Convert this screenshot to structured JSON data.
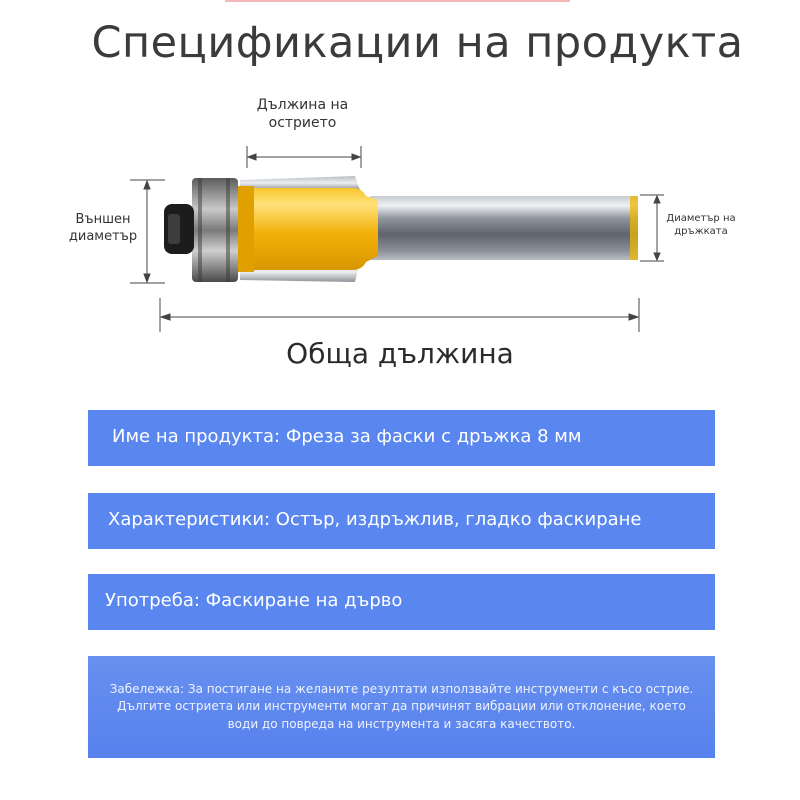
{
  "title": "Спецификации на продукта",
  "diagram": {
    "blade_length_label": "Дължина на острието",
    "outer_diameter_label": "Външен диаметър",
    "shank_diameter_label": "Диаметър на дръжката",
    "total_length_label": "Обща дължина",
    "colors": {
      "cutter": "#f5b800",
      "shank": "#9aa0a8",
      "bearing": "#5a5a5a"
    }
  },
  "specs": {
    "name": "Име на продукта: Фреза за фаски с дръжка 8 мм",
    "features": "Характеристики: Остър, издръжлив, гладко фаскиране",
    "usage": "Употреба: Фаскиране на дърво",
    "note": "Забележка: За постигане на желаните резултати използвайте инструменти с късо острие. Дългите остриета или инструменти могат да причинят вибрации или отклонение, което води до повреда на инструмента и засяга качеството."
  },
  "colors": {
    "box": "#5a86f0",
    "box_text": "#ffffff"
  }
}
